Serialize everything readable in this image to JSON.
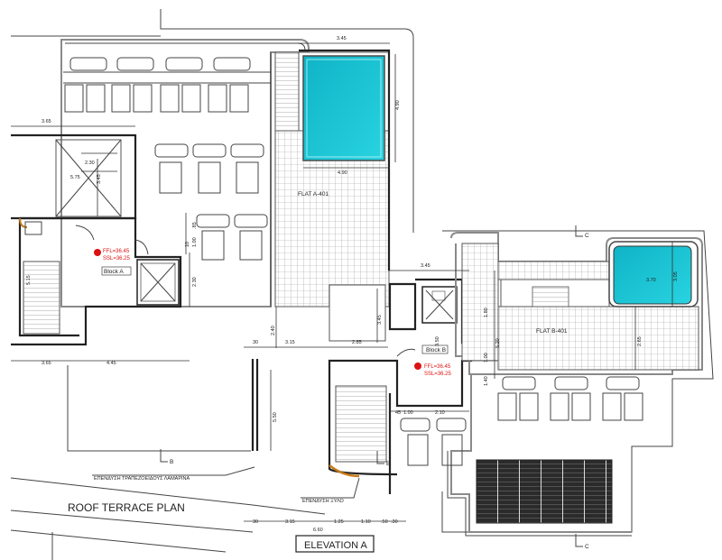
{
  "drawing": {
    "plan_title": "ROOF TERRACE PLAN",
    "elevation_title": "ELEVATION A",
    "flat_a": "FLAT A-401",
    "flat_b": "FLAT B-401",
    "block_a": "Block A",
    "block_b": "Block B",
    "ffl_a": "FFL=36.45",
    "ssl_a": "SSL=36.25",
    "ffl_b": "FFL=36.45",
    "ssl_b": "SSL=36.25",
    "note_cladding_metal": "ΕΠΕΝΔΥΣΗ ΤΡΑΠΕΖΟΕΙΔΟΥΣ ΛΑΜΑΡΙΝΑ",
    "note_cladding_wood": "ΕΠΕΝΔΥΣΗ ΞΥΛΟ",
    "section_b_left": "B",
    "section_b_right": "B",
    "section_c_top": "C",
    "section_c_bottom": "C"
  },
  "dimensions": {
    "d_345_top": "3.45",
    "d_490_side": "4.90",
    "d_490_bottom": "4.90",
    "d_365_top": "3.65",
    "d_230_left": "2.30",
    "d_575": "5.75",
    "d_345_vert": "3.45",
    "d_85": ".85",
    "d_100": "1.00",
    "d_10": "10",
    "d_515": "5.15",
    "d_230_vert": "2.30",
    "d_240": "2.40",
    "d_30_a": "30",
    "d_315_a": "3.15",
    "d_285": "2.85",
    "d_345_b": "3.45",
    "d_365_bottom": "3.65",
    "d_445": "4.45",
    "d_345_mid": "3.45",
    "d_370": "3.70",
    "d_305": "3.05",
    "d_180": "1.80",
    "d_520": "5.20",
    "d_265": "2.65",
    "d_100_b": "1.00",
    "d_140": "1.40",
    "d_550": "5.50",
    "d_45": "45",
    "d_100_c": "1.00",
    "d_210": "2.10",
    "d_30_b": "30",
    "d_315_b": "3.15",
    "d_125": "1.25",
    "d_110": "1.10",
    "d_50": ".50",
    "d_30_c": ".30",
    "d_660": "6.60",
    "d_350": "3.50"
  }
}
